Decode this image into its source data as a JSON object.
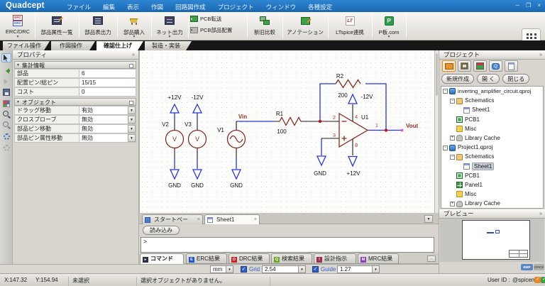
{
  "window": {
    "app_title": "Quadcept"
  },
  "menubar": {
    "items": [
      "ファイル",
      "編集",
      "表示",
      "作図",
      "回路図作成",
      "プロジェクト",
      "ウィンドウ",
      "各種設定"
    ]
  },
  "toolbar": {
    "erc_drc": "ERC/DRC",
    "parts_attr": "部品属性一覧",
    "bom_out": "部品表出力",
    "parts_buy": "部品購入",
    "net_out": "ネット出力",
    "pcb_transfer": "PCB転送",
    "pcb_place": "PCB部品配置",
    "compare": "新旧比較",
    "annotation": "アノテーション",
    "ltspice": "LTspice連携",
    "pban": "P板.com"
  },
  "ribbon_tabs": {
    "items": [
      "ファイル操作",
      "作図操作",
      "確認仕上げ",
      "製造・実装"
    ]
  },
  "properties": {
    "title": "プロパティ",
    "stats_header": "集計情報",
    "stats": [
      {
        "label": "部品",
        "value": "6"
      },
      {
        "label": "配置ピン/総ピン",
        "value": "15/15"
      },
      {
        "label": "コスト",
        "value": "0"
      }
    ],
    "objects_header": "オブジェクト",
    "objects": [
      {
        "label": "ドラッグ移動",
        "value": "有効"
      },
      {
        "label": "クロスプローブ",
        "value": "無効"
      },
      {
        "label": "部品ピン移動",
        "value": "無効"
      },
      {
        "label": "部品ピン属性移動",
        "value": "無効"
      }
    ]
  },
  "schematic": {
    "pos12": "+12V",
    "neg12": "-12V",
    "gnd": "GND",
    "v_body": "V",
    "v1": "V1",
    "v2": "V2",
    "v3": "V3",
    "vin": "Vin",
    "vout": "Vout",
    "r1": "R1",
    "r1_value": "100",
    "r2": "R2",
    "r2_value": "200",
    "u1": "U1",
    "pin1": "1",
    "pin2": "2",
    "pin3": "3",
    "pin4": "4",
    "pin8": "8"
  },
  "project": {
    "title": "プロジェクト",
    "buttons": [
      "新規作成",
      "開 く",
      "閉じる"
    ],
    "tree": [
      {
        "label": "inverting_amplifier_circuit.qproj"
      },
      {
        "label": "Schematics"
      },
      {
        "label": "Sheet1"
      },
      {
        "label": "PCB1"
      },
      {
        "label": "Misc"
      },
      {
        "label": "Library Cache"
      },
      {
        "label": "Project1.qproj"
      },
      {
        "label": "Schematics"
      },
      {
        "label": "Sheet1"
      },
      {
        "label": "PCB1"
      },
      {
        "label": "Panel1"
      },
      {
        "label": "Misc"
      },
      {
        "label": "Library Cache"
      }
    ]
  },
  "preview": {
    "title": "プレビュー"
  },
  "doc_tabs": {
    "start_page": "スタートページ",
    "sheet": "Sheet1"
  },
  "console": {
    "load_button": "読み込み",
    "prompt": ">"
  },
  "result_tabs": {
    "items": [
      "コマンド",
      "ERC結果",
      "DRC結果",
      "検索結果",
      "設計指示",
      "MRC結果"
    ]
  },
  "units_bar": {
    "unit": "mm",
    "grid_label": "Grid",
    "grid_value": "2.54",
    "guide_label": "Guide",
    "guide_value": "1.27"
  },
  "status_bar": {
    "x": "X:147.32",
    "y": "Y:154.94",
    "selection": "未選択",
    "message": "選択オブジェクトがありません。",
    "user_label": "User ID :",
    "user_id": "@spiceman.jp"
  },
  "badges": {
    "left": "BMP",
    "right": "SPICE"
  },
  "colors": {
    "titlebar_blue": "#1d74c9",
    "wire_blue": "#2636d9",
    "component_maroon": "#8a2a20",
    "pin_red": "#c43b25",
    "net_label": "#a03028",
    "junction_red": "#cc1111"
  }
}
